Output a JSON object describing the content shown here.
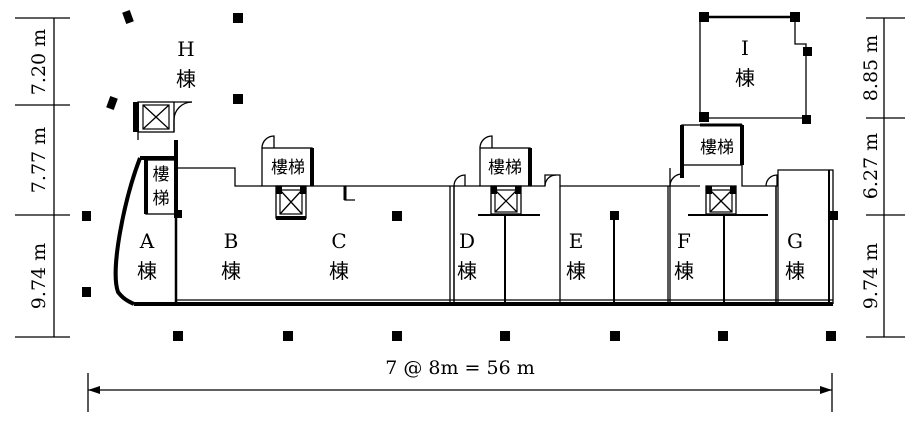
{
  "dimensions": {
    "left": [
      "7.20 m",
      "7.77 m",
      "9.74 m"
    ],
    "right": [
      "8.85 m",
      "6.27 m",
      "9.74 m"
    ],
    "bottom": "7 @ 8m = 56 m"
  },
  "buildings": [
    {
      "letter": "A",
      "unit": "棟"
    },
    {
      "letter": "B",
      "unit": "棟"
    },
    {
      "letter": "C",
      "unit": "棟"
    },
    {
      "letter": "D",
      "unit": "棟"
    },
    {
      "letter": "E",
      "unit": "棟"
    },
    {
      "letter": "F",
      "unit": "棟"
    },
    {
      "letter": "G",
      "unit": "棟"
    },
    {
      "letter": "H",
      "unit": "棟"
    },
    {
      "letter": "I",
      "unit": "棟"
    }
  ],
  "stairs": {
    "label": "樓梯",
    "a_top": "樓",
    "a_bottom": "梯"
  },
  "colors": {
    "ink": "#000000",
    "paper": "#ffffff"
  }
}
